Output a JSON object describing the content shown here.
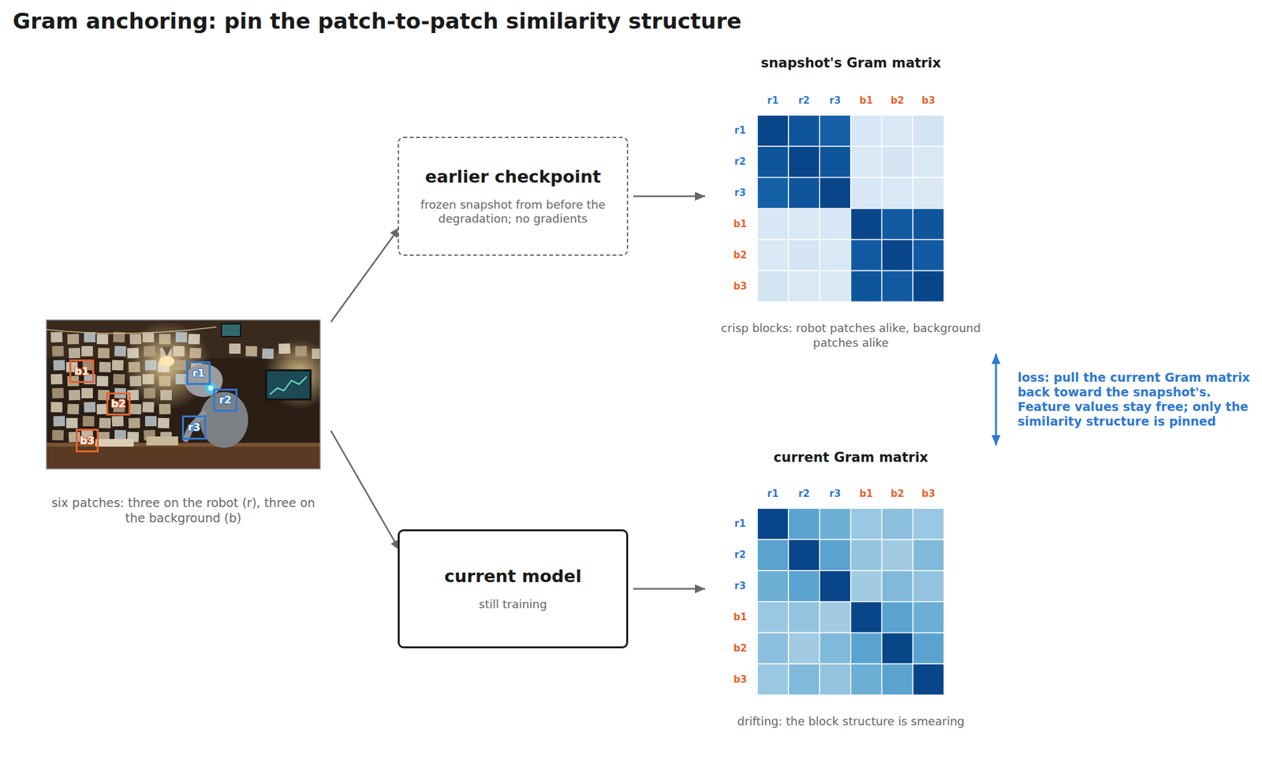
{
  "diagram": {
    "title": "Gram anchoring: pin the patch-to-patch similarity structure",
    "nodes": [
      {
        "text": [
          "six patches: three on the robot (r), three on the background (b)"
        ]
      },
      {
        "text": [
          "b1"
        ],
        "in": 0
      },
      {
        "text": [
          "r1"
        ],
        "in": 0
      },
      {
        "text": [
          "b2"
        ],
        "in": 0
      },
      {
        "text": [
          "r2"
        ],
        "in": 0
      },
      {
        "text": [
          "r3"
        ],
        "in": 0
      },
      {
        "text": [
          "b3"
        ],
        "in": 0
      },
      {
        "text": [
          "earlier checkpoint",
          "frozen snapshot from before the degradation; no gradients"
        ]
      },
      {
        "text": [
          "current model",
          "still training"
        ]
      },
      {
        "text": [
          "snapshot's Gram matrix",
          "crisp blocks: robot patches alike, background patches alike"
        ]
      },
      {
        "text": [
          "current Gram matrix",
          "drifting: the block structure is smearing"
        ]
      }
    ],
    "edges": [
      {
        "from": 0,
        "to": 7,
        "arrow": "to"
      },
      {
        "from": 0,
        "to": 8,
        "arrow": "to"
      },
      {
        "from": 7,
        "to": 9,
        "arrow": "to"
      },
      {
        "from": 8,
        "to": 10,
        "arrow": "to"
      },
      {
        "from": 9,
        "to": 10,
        "arrow": "both",
        "label": "loss: pull the current Gram matrix back toward the snapshot's. Feature values stay free; only the similarity structure is pinned"
      }
    ],
    "labels": [
      "r1",
      "r2",
      "r3",
      "b1",
      "b2",
      "b3",
      "r1",
      "r2",
      "r3",
      "b1",
      "b2",
      "b3",
      "r1",
      "r2",
      "r3",
      "b1",
      "b2",
      "b3",
      "r1",
      "r2",
      "r3",
      "b1",
      "b2",
      "b3"
    ]
  }
}
